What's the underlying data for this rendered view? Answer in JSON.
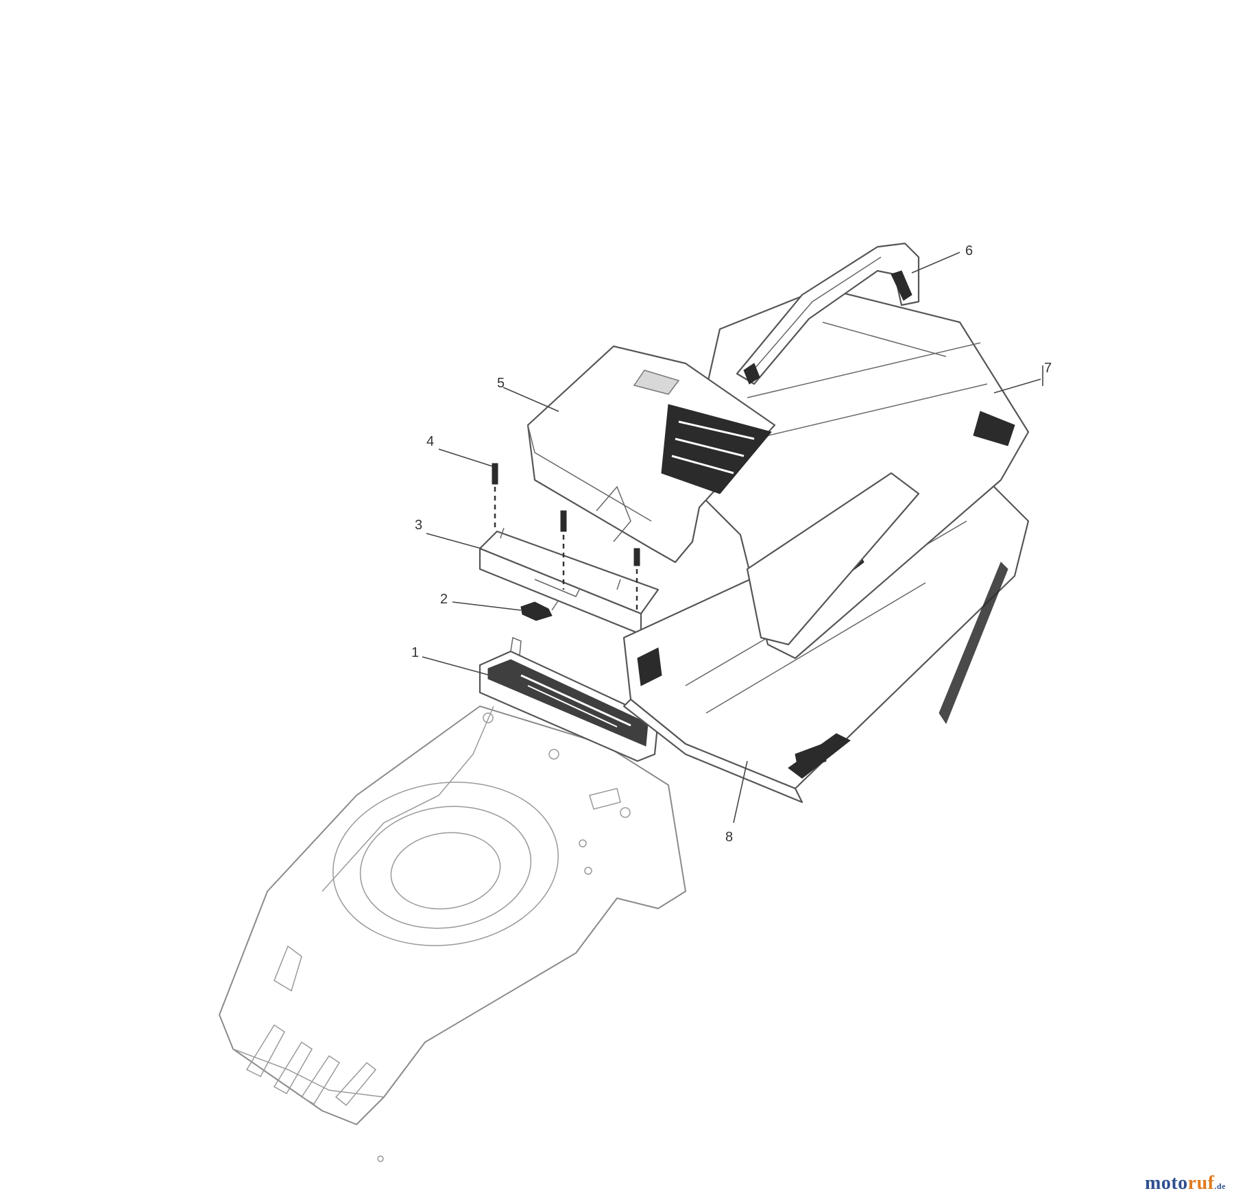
{
  "diagram": {
    "callouts": [
      {
        "id": "1",
        "label": "1"
      },
      {
        "id": "2",
        "label": "2"
      },
      {
        "id": "3",
        "label": "3"
      },
      {
        "id": "4",
        "label": "4"
      },
      {
        "id": "5",
        "label": "5"
      },
      {
        "id": "6",
        "label": "6"
      },
      {
        "id": "7",
        "label": "7"
      },
      {
        "id": "8",
        "label": "8"
      }
    ]
  },
  "watermark": {
    "part1": "moto",
    "part2": "ruf",
    "part3": ".de"
  }
}
